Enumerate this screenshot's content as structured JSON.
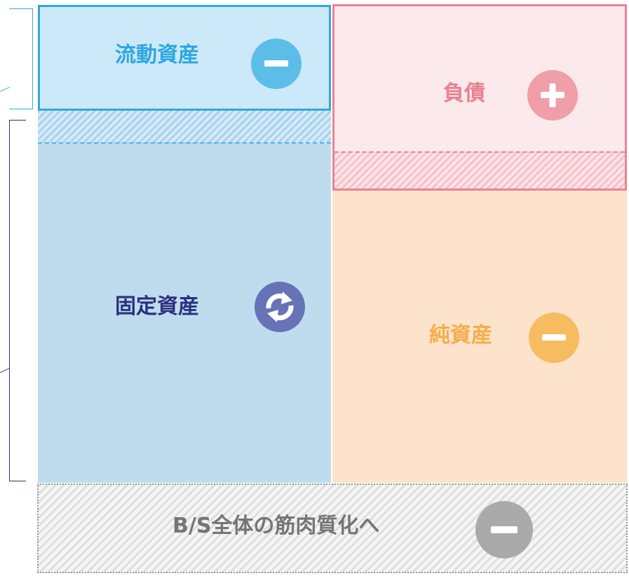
{
  "blocks": {
    "current_assets": {
      "label": "流動資産",
      "icon": "minus-icon",
      "color": "#2ea7df"
    },
    "fixed_assets": {
      "label": "固定資産",
      "icon": "refresh-icon",
      "color": "#2b2f80"
    },
    "liabilities": {
      "label": "負債",
      "icon": "plus-icon",
      "color": "#e8808f"
    },
    "net_assets": {
      "label": "純資産",
      "icon": "minus-icon",
      "color": "#f5ad4a"
    },
    "whole": {
      "label": "B/S全体の筋肉質化へ",
      "icon": "minus-icon",
      "color": "#757575"
    }
  },
  "colors": {
    "current_assets_bg": "#cbe9f8",
    "fixed_assets_bg": "#bfdcee",
    "liabilities_bg": "#fbe9eb",
    "net_assets_bg": "#fde3cb"
  }
}
